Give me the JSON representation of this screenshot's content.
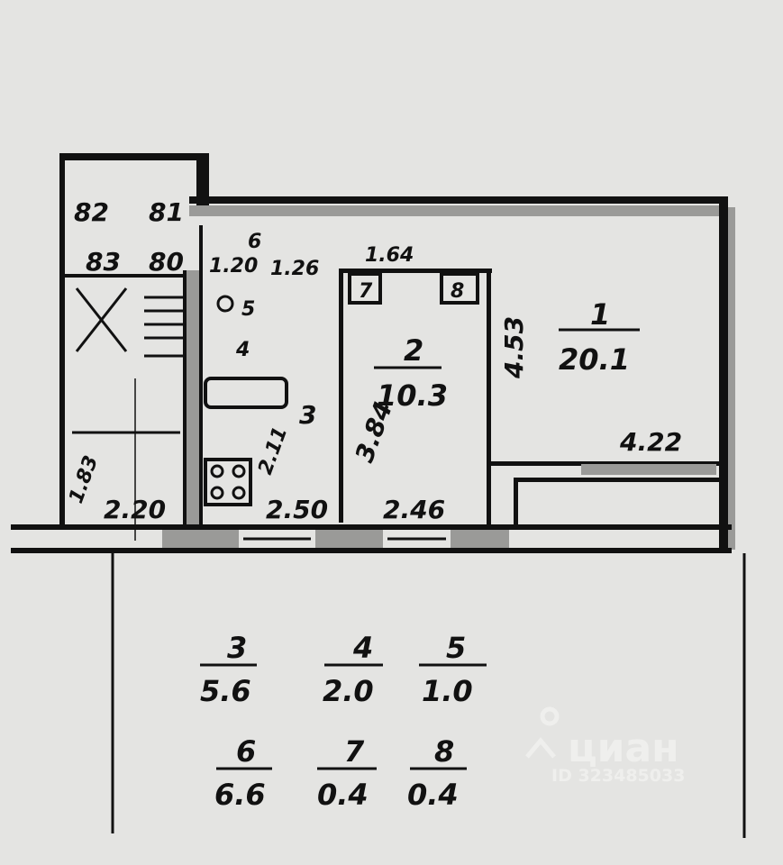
{
  "plan": {
    "stair_marks": {
      "a": "82",
      "b": "81",
      "c": "83",
      "d": "80"
    },
    "dimensions": {
      "d120": "1.20",
      "d126": "1.26",
      "d164": "1.64",
      "d453": "4.53",
      "d422": "4.22",
      "d384": "3.84",
      "d211": "2.11",
      "d183": "1.83",
      "d220": "2.20",
      "d250": "2.50",
      "d246": "2.46"
    },
    "rooms_on_plan": [
      {
        "num": "1",
        "area": "20.1"
      },
      {
        "num": "2",
        "area": "10.3"
      }
    ],
    "room_numbers": {
      "r3": "3",
      "r4": "4",
      "r5": "5",
      "r6": "6",
      "r7": "7",
      "r8": "8"
    }
  },
  "legend": [
    {
      "num": "3",
      "area": "5.6"
    },
    {
      "num": "4",
      "area": "2.0"
    },
    {
      "num": "5",
      "area": "1.0"
    },
    {
      "num": "6",
      "area": "6.6"
    },
    {
      "num": "7",
      "area": "0.4"
    },
    {
      "num": "8",
      "area": "0.4"
    }
  ],
  "watermark": {
    "brand": "циан",
    "id": "ID 323485033"
  }
}
